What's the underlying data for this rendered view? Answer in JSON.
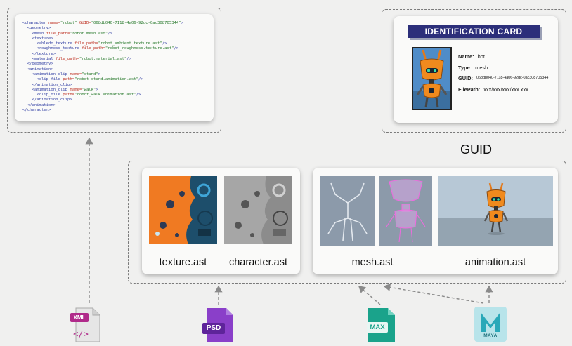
{
  "xml_panel": {
    "lines": [
      [
        {
          "t": "<character "
        },
        {
          "a": "name="
        },
        {
          "v": "\"robot\""
        },
        {
          "t": " "
        },
        {
          "a": "GUID="
        },
        {
          "v": "\"068db040-7118-4a06-92dc-0ac308705344\""
        },
        {
          "t": ">"
        }
      ],
      [
        {
          "t": "  <geometry>"
        }
      ],
      [
        {
          "t": "    <mesh "
        },
        {
          "a": "file_path="
        },
        {
          "v": "\"robot.mesh.ast\""
        },
        {
          "t": "/>"
        }
      ],
      [
        {
          "t": "    <texture>"
        }
      ],
      [
        {
          "t": "      <abledo_texture "
        },
        {
          "a": "file_path="
        },
        {
          "v": "\"robot_ambient.texture.ast\""
        },
        {
          "t": "/>"
        }
      ],
      [
        {
          "t": "      <roughness_texture "
        },
        {
          "a": "file_path="
        },
        {
          "v": "\"robot_roughness.texture.ast\""
        },
        {
          "t": "/>"
        }
      ],
      [
        {
          "t": "    </texture>"
        }
      ],
      [
        {
          "t": "    <material "
        },
        {
          "a": "file_path="
        },
        {
          "v": "\"robot.material.ast\""
        },
        {
          "t": "/>"
        }
      ],
      [
        {
          "t": "  </geometry>"
        }
      ],
      [
        {
          "t": "  <animation>"
        }
      ],
      [
        {
          "t": "    <animation_clip "
        },
        {
          "a": "name="
        },
        {
          "v": "\"stand\""
        },
        {
          "t": ">"
        }
      ],
      [
        {
          "t": "      <clip_file "
        },
        {
          "a": "path="
        },
        {
          "v": "\"robot_stand.animation.ast\""
        },
        {
          "t": "/>"
        }
      ],
      [
        {
          "t": "    </animation_clip>"
        }
      ],
      [
        {
          "t": "    <animation_clip "
        },
        {
          "a": "name="
        },
        {
          "v": "\"walk\""
        },
        {
          "t": ">"
        }
      ],
      [
        {
          "t": "      <clip_file "
        },
        {
          "a": "path="
        },
        {
          "v": "\"robot_walk.animation.ast\""
        },
        {
          "t": "/>"
        }
      ],
      [
        {
          "t": "    </animation_clip>"
        }
      ],
      [
        {
          "t": "  </animation>"
        }
      ],
      [
        {
          "t": "</character>"
        }
      ]
    ]
  },
  "id_card": {
    "title": "IDENTIFICATION CARD",
    "name_label": "Name:",
    "name_value": "bot",
    "type_label": "Type:",
    "type_value": "mesh",
    "guid_label": "GUID:",
    "guid_value": "068db040-7118-4a06-92dc-0ac308705344",
    "filepath_label": "FilePath:",
    "filepath_value": "xxx/xxx/xxx/xxx.xxx"
  },
  "guid_caption": "GUID",
  "assets": {
    "texture": "texture.ast",
    "character": "character.ast",
    "mesh": "mesh.ast",
    "animation": "animation.ast"
  },
  "source_files": {
    "xml": "XML",
    "psd": "PSD",
    "max": "MAX",
    "maya": "MAYA"
  },
  "colors": {
    "id_title_bg": "#2c2f7a",
    "texture_orange": "#f07a22",
    "texture_blue": "#1d4e6b",
    "robot_orange": "#f08a1e",
    "robot_eye": "#39e0a8",
    "xml_icon": "#b02a8a",
    "psd_icon": "#8a3fc9",
    "max_icon": "#1aa38b",
    "maya_icon": "#29a8b8"
  }
}
